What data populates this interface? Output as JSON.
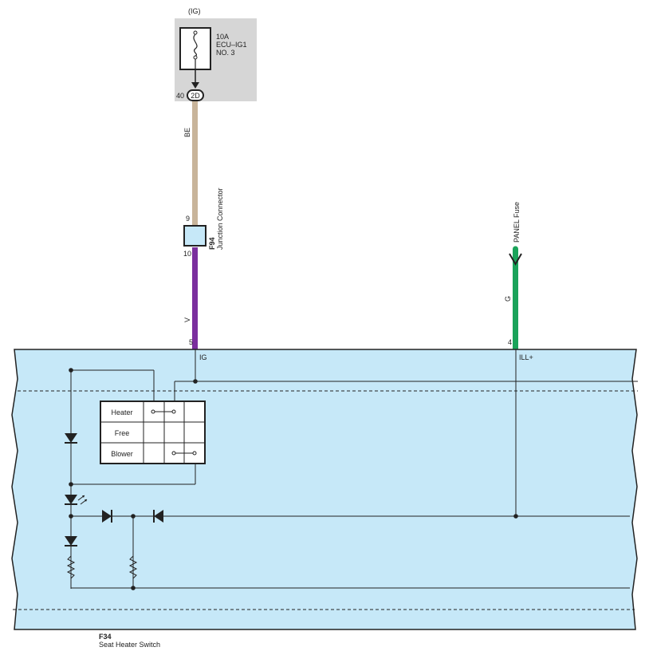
{
  "fuse_box": {
    "header": "(IG)",
    "fuse_amp": "10A",
    "fuse_name": "ECU–IG1",
    "fuse_no": "NO. 3",
    "pin": "40",
    "connector": "2D"
  },
  "wires": {
    "upper_color": "BE",
    "lower_color": "V",
    "ill_color": "G"
  },
  "junction": {
    "pin_top": "9",
    "pin_bottom": "10",
    "code": "F94",
    "name": "Junction Connector"
  },
  "panel_fuse": {
    "label": "PANEL Fuse"
  },
  "switch": {
    "code": "F34",
    "name": "Seat Heater Switch",
    "pin_ig": "5",
    "term_ig": "IG",
    "pin_ill": "4",
    "term_ill": "ILL+",
    "modes": [
      "Heater",
      "Free",
      "Blower"
    ]
  },
  "colors": {
    "wire_be": "#c8b49a",
    "wire_v": "#7b2f9e",
    "wire_g": "#1aa35a",
    "component_fill": "#c6e8f8",
    "fuse_bg": "#d6d6d6"
  }
}
